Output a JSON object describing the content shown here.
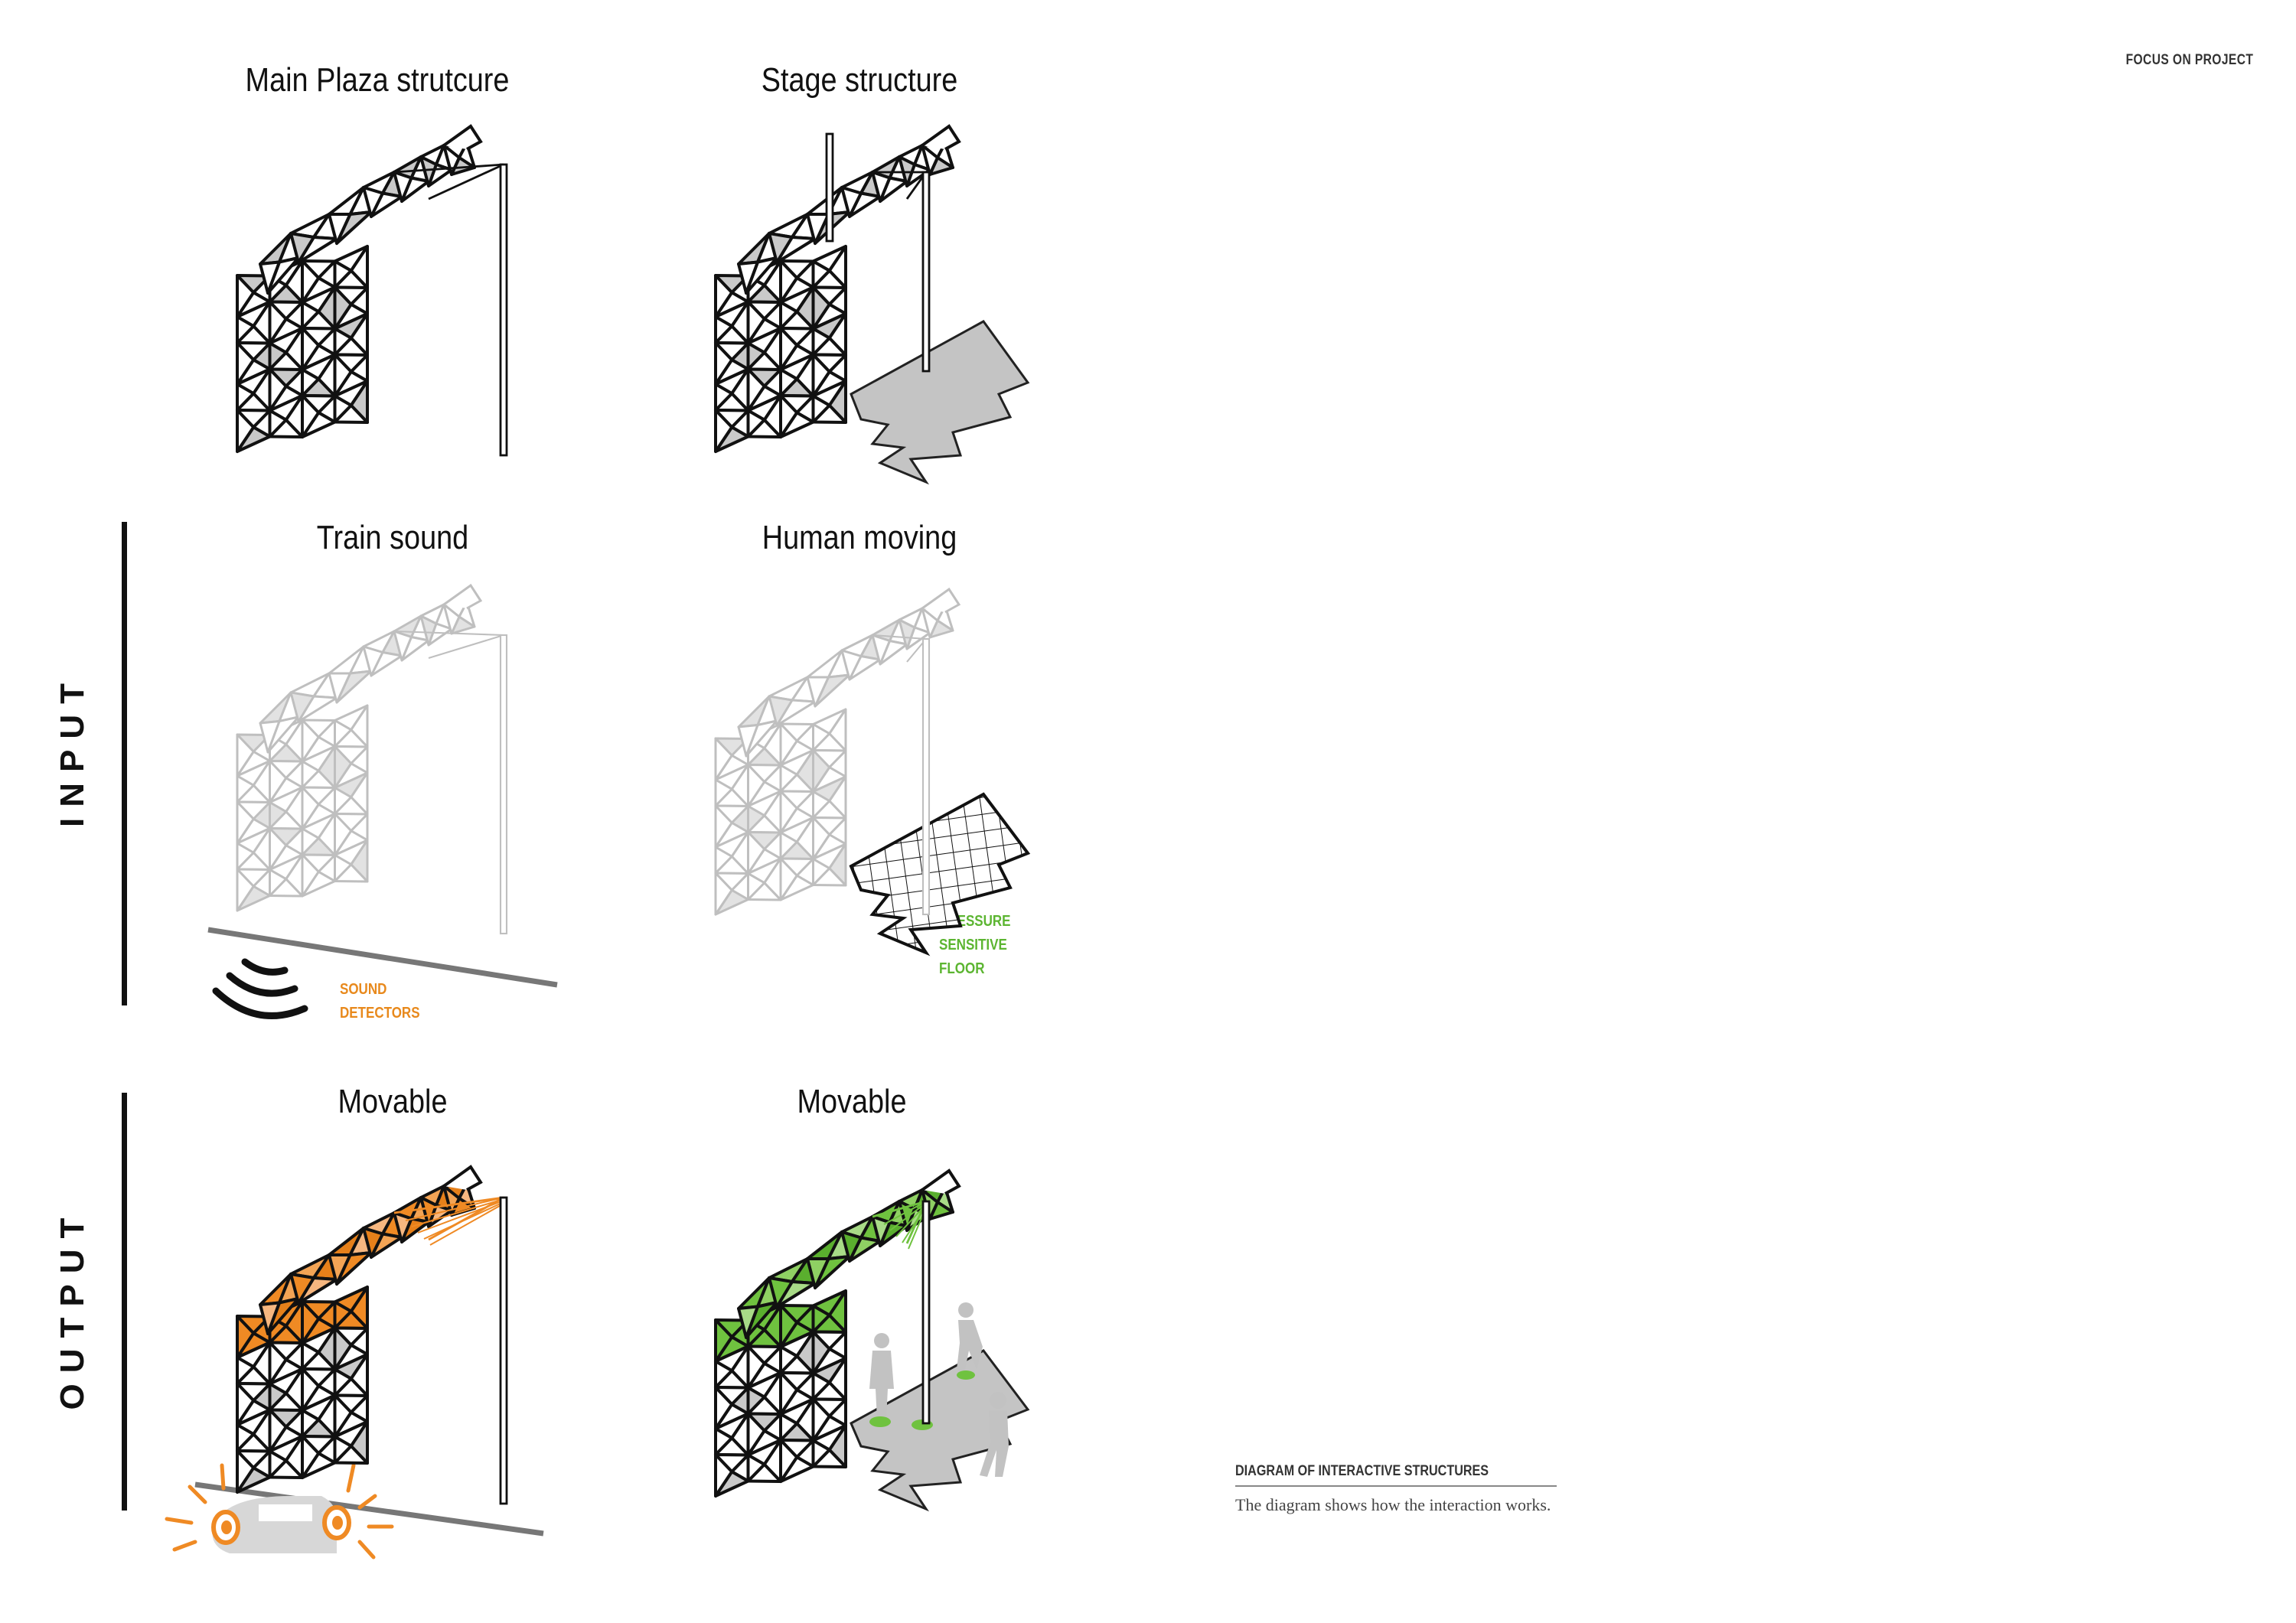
{
  "header": {
    "tag": "FOCUS ON PROJECT"
  },
  "panels": [
    {
      "title": "Main Plaza strutcure"
    },
    {
      "title": "Stage structure"
    },
    {
      "title": "Train sound"
    },
    {
      "title": "Human moving"
    },
    {
      "title": "Movable"
    },
    {
      "title": "Movable"
    }
  ],
  "rows": {
    "input": "INPUT",
    "output": "OUTPUT"
  },
  "annotations": {
    "sound": {
      "line1": "SOUND",
      "line2": "DETECTORS",
      "color": "#e8891c"
    },
    "floor": {
      "line1": "PRESSURE",
      "line2": "SENSITIVE",
      "line3": "FLOOR",
      "color": "#5cb531"
    }
  },
  "caption": {
    "title": "DIAGRAM OF INTERACTIVE STRUCTURES",
    "text": "The diagram shows how the interaction works."
  },
  "colors": {
    "orange": "#ef8a24",
    "green": "#6fc23f",
    "gray": "#bdbdbd"
  }
}
